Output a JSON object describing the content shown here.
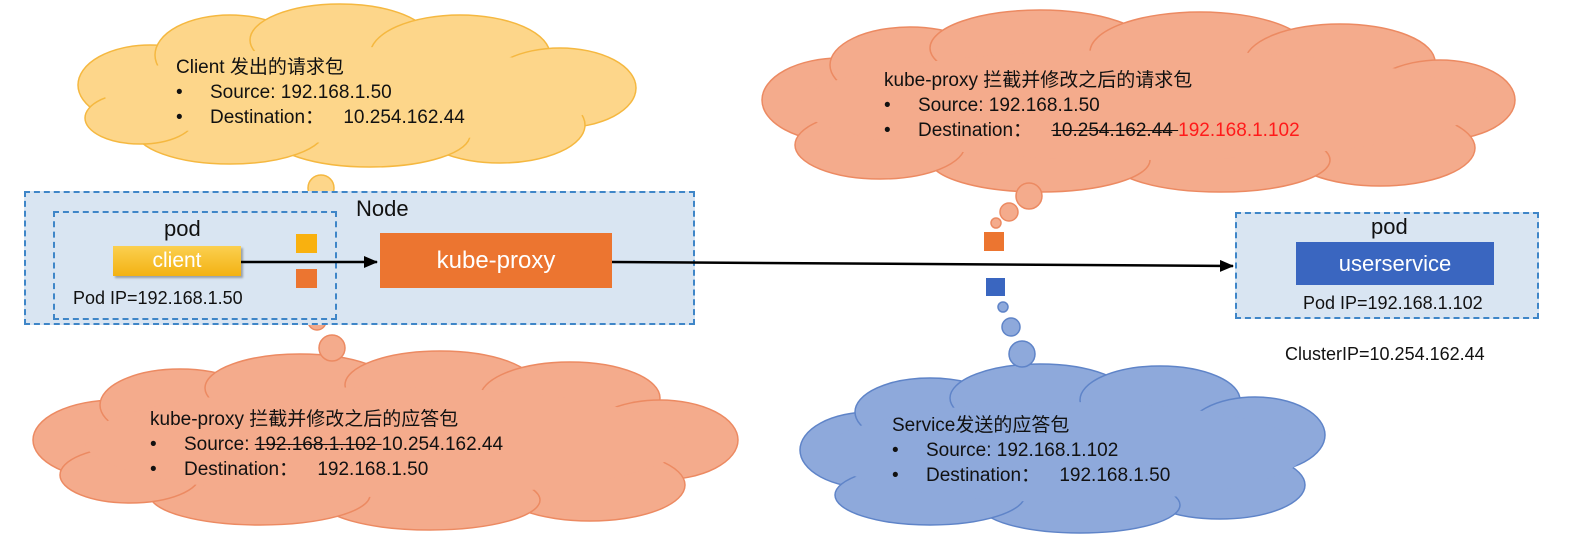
{
  "colors": {
    "yellow_cloud": "#fdd68a",
    "salmon_cloud": "#f4ab8c",
    "blue_cloud": "#8ea9db",
    "client_box": "#f9be19",
    "kube_proxy_box": "#ec7530",
    "userservice_box": "#3a66c0",
    "dashed_border": "#3f86c8",
    "node_fill": "#d9e5f2",
    "highlight_red": "#ff1a1a"
  },
  "node": {
    "label": "Node"
  },
  "client_pod": {
    "label": "pod",
    "app": "client",
    "ip_text": "Pod IP=192.168.1.50"
  },
  "kube_proxy": {
    "label": "kube-proxy"
  },
  "service_pod": {
    "label": "pod",
    "app": "userservice",
    "ip_text": "Pod IP=192.168.1.102"
  },
  "cluster_ip_text": "ClusterIP=10.254.162.44",
  "bubbles": {
    "client_request": {
      "title": "Client 发出的请求包",
      "bullet": "•",
      "source_label": "Source: ",
      "source_value": "192.168.1.50",
      "dest_label": "Destination：",
      "dest_value": "10.254.162.44"
    },
    "proxy_request": {
      "title": "kube-proxy 拦截并修改之后的请求包",
      "bullet": "•",
      "source_label": "Source: ",
      "source_value": "192.168.1.50",
      "dest_label": "Destination：",
      "dest_old": "10.254.162.44 ",
      "dest_new": "192.168.1.102"
    },
    "proxy_response": {
      "title": "kube-proxy 拦截并修改之后的应答包",
      "bullet": "•",
      "source_label": "Source: ",
      "source_old": "192.168.1.102 ",
      "source_new": "10.254.162.44",
      "dest_label": "Destination：",
      "dest_value": "192.168.1.50"
    },
    "service_response": {
      "title": "Service发送的应答包",
      "bullet": "•",
      "source_label": "Source: ",
      "source_value": "192.168.1.102",
      "dest_label": "Destination：",
      "dest_value": "192.168.1.50"
    }
  }
}
